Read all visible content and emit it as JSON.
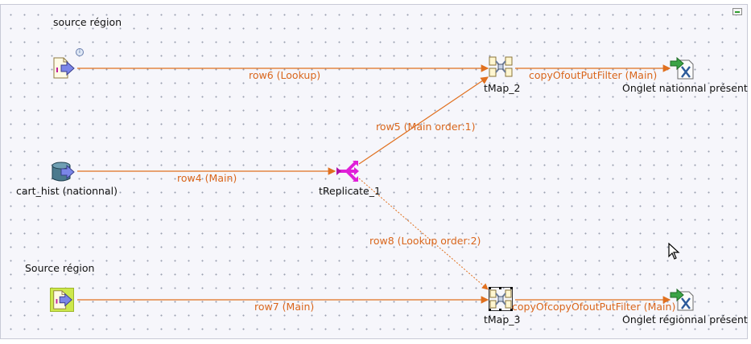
{
  "canvas": {
    "groups": {
      "source_region_top": "source région",
      "source_region_bottom": "Source région"
    },
    "nodes": {
      "source_top": {
        "label": "",
        "badge": "i"
      },
      "cart_hist": {
        "label": "cart_hist (nationnal)"
      },
      "source_bottom": {
        "label": ""
      },
      "treplicate": {
        "label": "tReplicate_1"
      },
      "tmap2": {
        "label": "tMap_2"
      },
      "tmap3": {
        "label": "tMap_3"
      },
      "onglet_national": {
        "label": "Onglet nationnal présent"
      },
      "onglet_regional": {
        "label": "Onglet régionnal présent"
      }
    },
    "links": {
      "row6": "row6 (Lookup)",
      "row4": "row4 (Main)",
      "row5": "row5 (Main order:1)",
      "row8": "row8 (Lookup order:2)",
      "row7": "row7 (Main)",
      "copy_main": "copyOfoutPutFilter (Main)",
      "copy_copy_main": "copyOfcopyOfoutPutFilter (Main)"
    },
    "colors": {
      "link": "#e0701f",
      "lookup_link": "#e37c33"
    }
  }
}
